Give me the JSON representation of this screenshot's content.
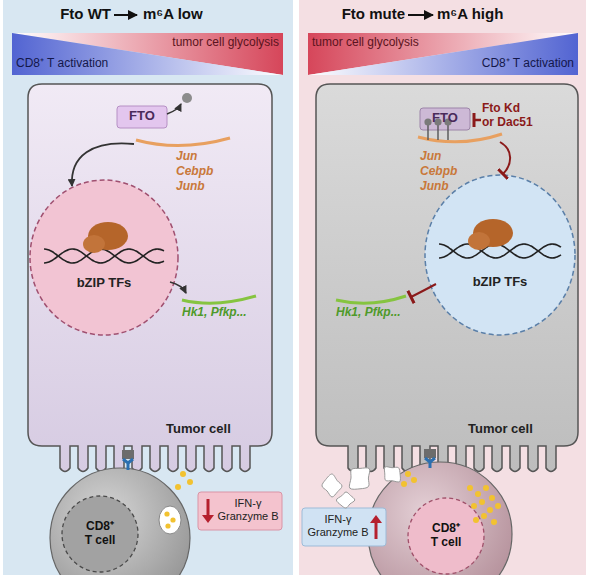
{
  "diagram": {
    "nodes": [
      {
        "text": [
          "Fto WT",
          "m⁶A low"
        ]
      },
      {
        "text": [
          "tumor cell glycolysis",
          "CD8⁺ T activation"
        ],
        "in": 0
      },
      {
        "text": [
          "Tumor cell"
        ],
        "in": 0
      },
      {
        "text": [
          "FTO"
        ],
        "in": 2
      },
      {
        "text": [
          "bZIP TFs"
        ],
        "in": 2
      },
      {
        "text": [
          "CD8⁺ T cell"
        ],
        "in": 0
      },
      {
        "text": [
          "IFN-γ Granzyme B"
        ],
        "in": 0
      },
      {
        "text": [
          "Fto mute",
          "m⁶A high"
        ]
      },
      {
        "text": [
          "tumor cell glycolysis",
          "CD8⁺ T activation"
        ],
        "in": 7
      },
      {
        "text": [
          "Tumor cell"
        ],
        "in": 7
      },
      {
        "text": [
          "FTO"
        ],
        "in": 9
      },
      {
        "text": [
          "bZIP TFs"
        ],
        "in": 9
      },
      {
        "text": [
          "CD8⁺ T cell"
        ],
        "in": 7
      },
      {
        "text": [
          "IFN-γ Granzyme B"
        ],
        "in": 7
      }
    ],
    "labels": [
      "Jun",
      "Cebpb",
      "Junb",
      "Hk1, Pfkp...",
      "Jun",
      "Cebpb",
      "Junb",
      "Hk1, Pfkp...",
      "Fto Kd or Dac51"
    ]
  }
}
